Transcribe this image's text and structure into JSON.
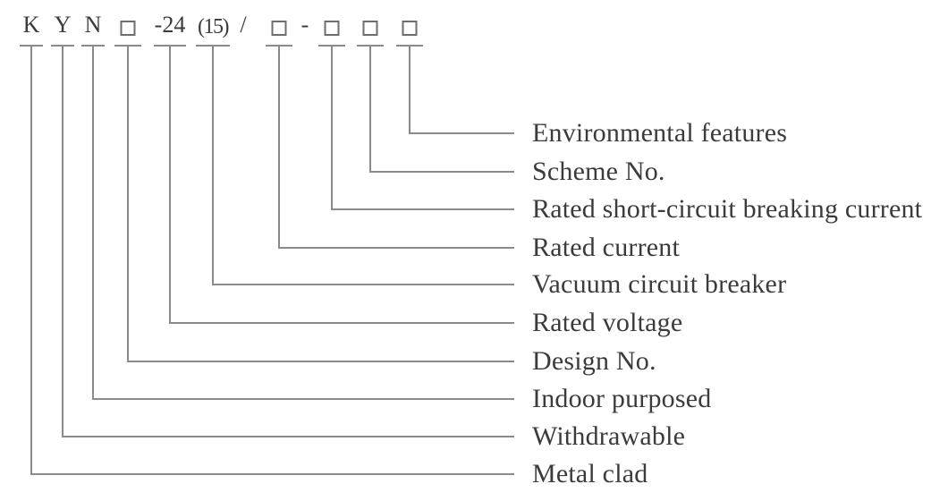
{
  "colors": {
    "text": "#3b3b3b",
    "line": "#8a8a8a",
    "box_border": "#6e6e6e",
    "background": "#ffffff"
  },
  "code": {
    "full_code": "KYN□-24(15)/□-□□□",
    "parts": [
      {
        "text": "K",
        "kind": "letter",
        "slug": "metal-clad",
        "meaning": "Metal clad"
      },
      {
        "text": "Y",
        "kind": "letter",
        "slug": "withdrawable",
        "meaning": "Withdrawable"
      },
      {
        "text": "N",
        "kind": "letter",
        "slug": "indoor-purposed",
        "meaning": "Indoor purposed"
      },
      {
        "text": "",
        "kind": "box",
        "slug": "design-no",
        "meaning": "Design No."
      },
      {
        "text": "-24",
        "kind": "text",
        "slug": "rated-voltage",
        "meaning": "Rated voltage"
      },
      {
        "text": "(15)",
        "kind": "paren",
        "slug": "vacuum-circuit-breaker",
        "meaning": "Vacuum circuit breaker"
      },
      {
        "text": "/",
        "kind": "separator",
        "slug": "slash",
        "meaning": null
      },
      {
        "text": "",
        "kind": "box",
        "slug": "rated-current",
        "meaning": "Rated current"
      },
      {
        "text": "-",
        "kind": "separator",
        "slug": "dash",
        "meaning": null
      },
      {
        "text": "",
        "kind": "box",
        "slug": "rated-short-circuit-breaking-current",
        "meaning": "Rated short-circuit breaking current"
      },
      {
        "text": "",
        "kind": "box",
        "slug": "scheme-no",
        "meaning": "Scheme No."
      },
      {
        "text": "",
        "kind": "box",
        "slug": "environmental-features",
        "meaning": "Environmental features"
      }
    ]
  }
}
